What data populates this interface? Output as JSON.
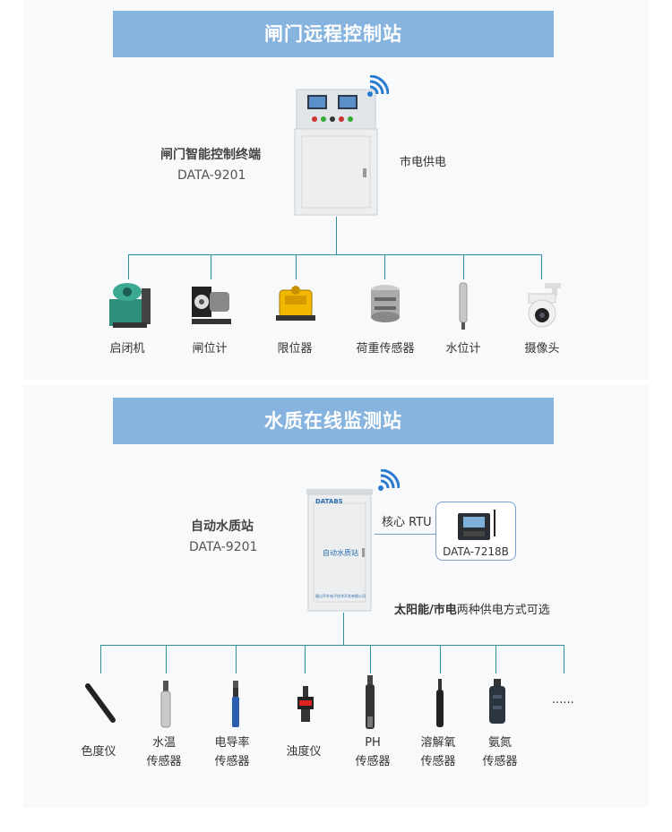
{
  "section1": {
    "title": "闸门远程控制站",
    "terminal_name": "闸门智能控制终端",
    "terminal_model": "DATA-9201",
    "power": "市电供电",
    "devices": [
      {
        "label": "启闭机"
      },
      {
        "label": "闸位计"
      },
      {
        "label": "限位器"
      },
      {
        "label": "荷重传感器"
      },
      {
        "label": "水位计"
      },
      {
        "label": "摄像头"
      }
    ]
  },
  "section2": {
    "title": "水质在线监测站",
    "station_name": "自动水质站",
    "station_model": "DATA-9201",
    "cabinet_brand": "DATABS",
    "cabinet_label": "自动水质站",
    "cabinet_footer": "唐山平升电子技术开发有限公司",
    "core_label": "核心 RTU",
    "rtu_model": "DATA-7218B",
    "power_bold": "太阳能/市电",
    "power_rest": "两种供电方式可选",
    "sensors": [
      {
        "line1": "色度仪",
        "line2": ""
      },
      {
        "line1": "水温",
        "line2": "传感器"
      },
      {
        "line1": "电导率",
        "line2": "传感器"
      },
      {
        "line1": "浊度仪",
        "line2": ""
      },
      {
        "line1": "PH",
        "line2": "传感器"
      },
      {
        "line1": "溶解氧",
        "line2": "传感器"
      },
      {
        "line1": "氨氮",
        "line2": "传感器"
      }
    ],
    "more": "......"
  },
  "colors": {
    "banner": "#86b4df",
    "line": "#2f8f9a",
    "panel": "#f8f9fb"
  }
}
